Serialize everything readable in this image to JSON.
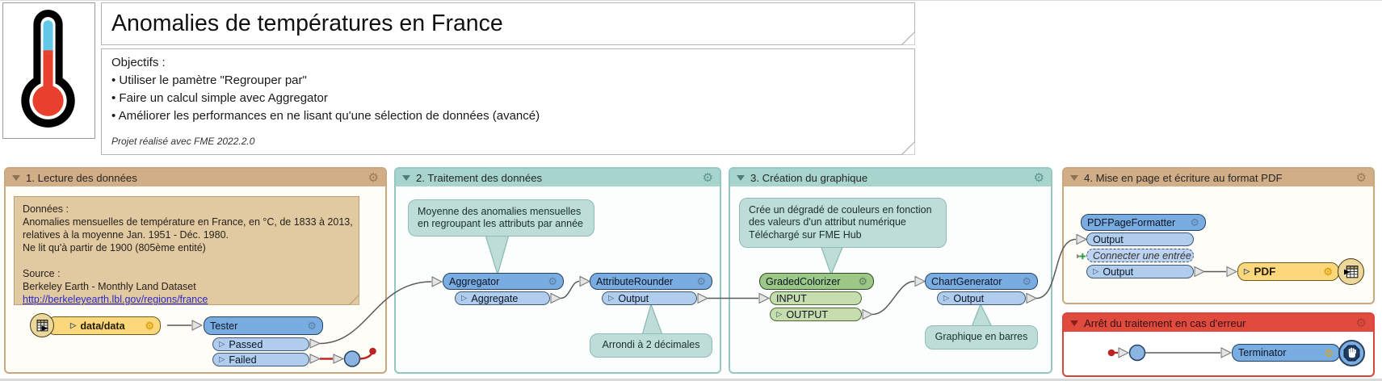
{
  "header": {
    "title": "Anomalies de températures en France",
    "objectives_title": "Objectifs :",
    "objective_1": "• Utiliser le pamètre \"Regrouper par\"",
    "objective_2": "• Faire un calcul simple avec Aggregator",
    "objective_3": "• Améliorer les performances en ne lisant qu'une sélection de données (avancé)",
    "footnote": "Projet réalisé avec FME 2022.2.0"
  },
  "bookmarks": {
    "lecture": "1. Lecture des données",
    "traitement": "2. Traitement des données",
    "creation": "3. Création du graphique",
    "mise_en_page": "4. Mise en page et écriture au format PDF",
    "arret": "Arrêt du traitement en cas d'erreur"
  },
  "annotation_donnees": {
    "line1": "Données :",
    "line2": "Anomalies mensuelles de température en France, en °C, de 1833 à 2013,",
    "line3": "relatives à la moyenne Jan. 1951 - Déc. 1980.",
    "line4": "Ne lit qu'à partir de 1900 (805ème entité)",
    "line5": "Source :",
    "line6": "Berkeley Earth - Monthly Land Dataset",
    "link": "http://berkeleyearth.lbl.gov/regions/france"
  },
  "bubbles": {
    "aggregator_note_1": "Moyenne des anomalies mensuelles",
    "aggregator_note_2": "en regroupant les attributs par année",
    "rounder_note": "Arrondi à 2 décimales",
    "colorizer_note_1": "Crée un dégradé de couleurs en fonction",
    "colorizer_note_2": "des valeurs d'un attribut numérique",
    "colorizer_note_3": "Téléchargé sur FME Hub",
    "chart_note": "Graphique en barres"
  },
  "nodes": {
    "reader": "data/data",
    "tester": "Tester",
    "tester_passed": "Passed",
    "tester_failed": "Failed",
    "aggregator": "Aggregator",
    "aggregator_out": "Aggregate",
    "rounder": "AttributeRounder",
    "rounder_out": "Output",
    "colorizer": "GradedColorizer",
    "colorizer_in": "INPUT",
    "colorizer_out": "OUTPUT",
    "chart": "ChartGenerator",
    "chart_out": "Output",
    "pdfformatter": "PDFPageFormatter",
    "pdfformatter_in": "Output",
    "pdfformatter_connect": "Connecter une entrée",
    "pdfformatter_out": "Output",
    "writer": "PDF",
    "terminator": "Terminator"
  },
  "colors": {
    "node_blue": "#79ace1",
    "node_green": "#9bc887",
    "node_yellow": "#fcd87d",
    "bookmark_tan": "#d1ae87",
    "bookmark_teal": "#a7d4cd",
    "bookmark_red": "#e04a3f",
    "annotation_tan": "#e1c9a2",
    "annotation_teal": "#bedcd8",
    "link_blue": "#2a2acc",
    "error_red": "#bb2222"
  }
}
